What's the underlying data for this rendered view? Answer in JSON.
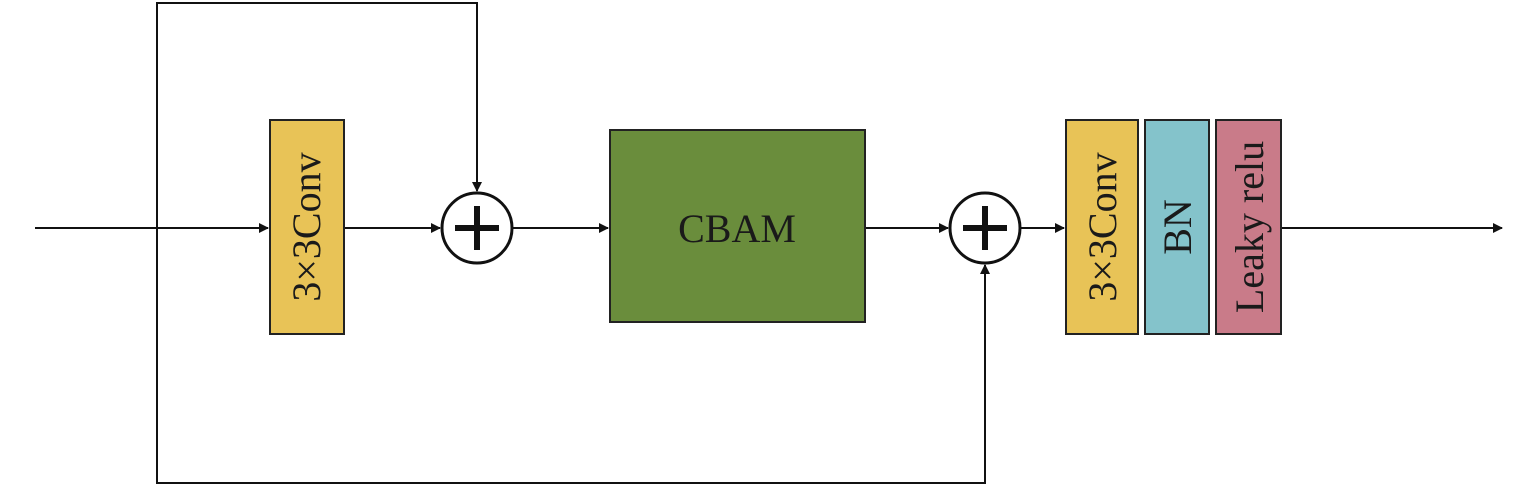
{
  "blocks": {
    "conv1": {
      "label": "3×3Conv",
      "color": "#e8c357"
    },
    "cbam": {
      "label": "CBAM",
      "color": "#6a8d3c"
    },
    "conv2": {
      "label": "3×3Conv",
      "color": "#e8c357"
    },
    "bn": {
      "label": "BN",
      "color": "#84c3cb"
    },
    "leaky": {
      "label": "Leaky relu",
      "color": "#c97b89"
    }
  },
  "operators": {
    "add1": "+",
    "add2": "+"
  }
}
